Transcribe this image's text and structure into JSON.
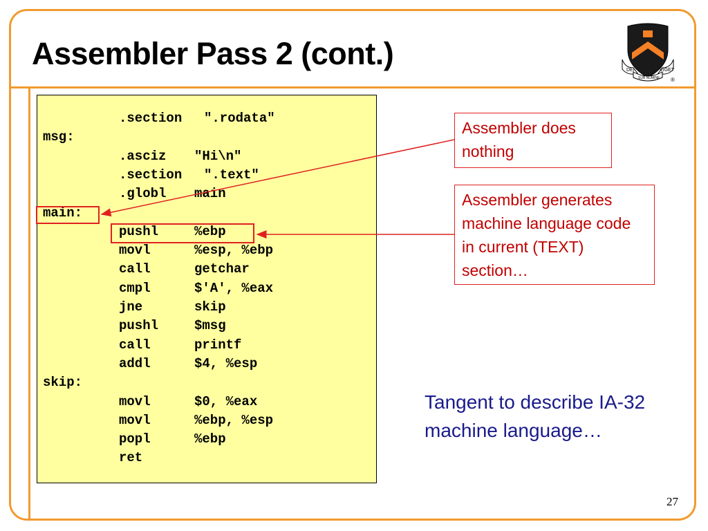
{
  "slide": {
    "title": "Assembler Pass 2 (cont.)",
    "page_number": "27"
  },
  "logo": {
    "motto_left": "DEI",
    "motto_right": "VIGET",
    "motto_bottom": "SUB NUMINE",
    "trademark": "®",
    "colors": {
      "shield": "#1a1a1a",
      "chevron": "#f58025",
      "ribbon": "#ffffff"
    }
  },
  "code": {
    "lines": [
      {
        "label": "",
        "op": ".section",
        "arg": "\".rodata\""
      },
      {
        "label": "msg:",
        "op": "",
        "arg": ""
      },
      {
        "label": "",
        "op": ".asciz",
        "arg": "\"Hi\\n\""
      },
      {
        "label": "",
        "op": ".section",
        "arg": "\".text\""
      },
      {
        "label": "",
        "op": ".globl",
        "arg": "main"
      },
      {
        "label": "main:",
        "op": "",
        "arg": ""
      },
      {
        "label": "",
        "op": "pushl",
        "arg": "%ebp"
      },
      {
        "label": "",
        "op": "movl",
        "arg": "%esp, %ebp"
      },
      {
        "label": "",
        "op": "call",
        "arg": "getchar"
      },
      {
        "label": "",
        "op": "cmpl",
        "arg": "$'A', %eax"
      },
      {
        "label": "",
        "op": "jne",
        "arg": "skip"
      },
      {
        "label": "",
        "op": "pushl",
        "arg": "$msg"
      },
      {
        "label": "",
        "op": "call",
        "arg": "printf"
      },
      {
        "label": "",
        "op": "addl",
        "arg": "$4, %esp"
      },
      {
        "label": "skip:",
        "op": "",
        "arg": ""
      },
      {
        "label": "",
        "op": "movl",
        "arg": "$0, %eax"
      },
      {
        "label": "",
        "op": "movl",
        "arg": "%ebp, %esp"
      },
      {
        "label": "",
        "op": "popl",
        "arg": "%ebp"
      },
      {
        "label": "",
        "op": "ret",
        "arg": ""
      }
    ],
    "colors": {
      "background": "#ffffa0"
    }
  },
  "callouts": {
    "nothing": "Assembler does nothing",
    "generates": "Assembler generates machine language code in current (TEXT) section…"
  },
  "tangent": "Tangent to describe IA-32 machine language…",
  "colors": {
    "accent": "#f29a2e",
    "callout": "#c00000",
    "arrow": "#e02020",
    "tangent": "#1a1a8c"
  }
}
